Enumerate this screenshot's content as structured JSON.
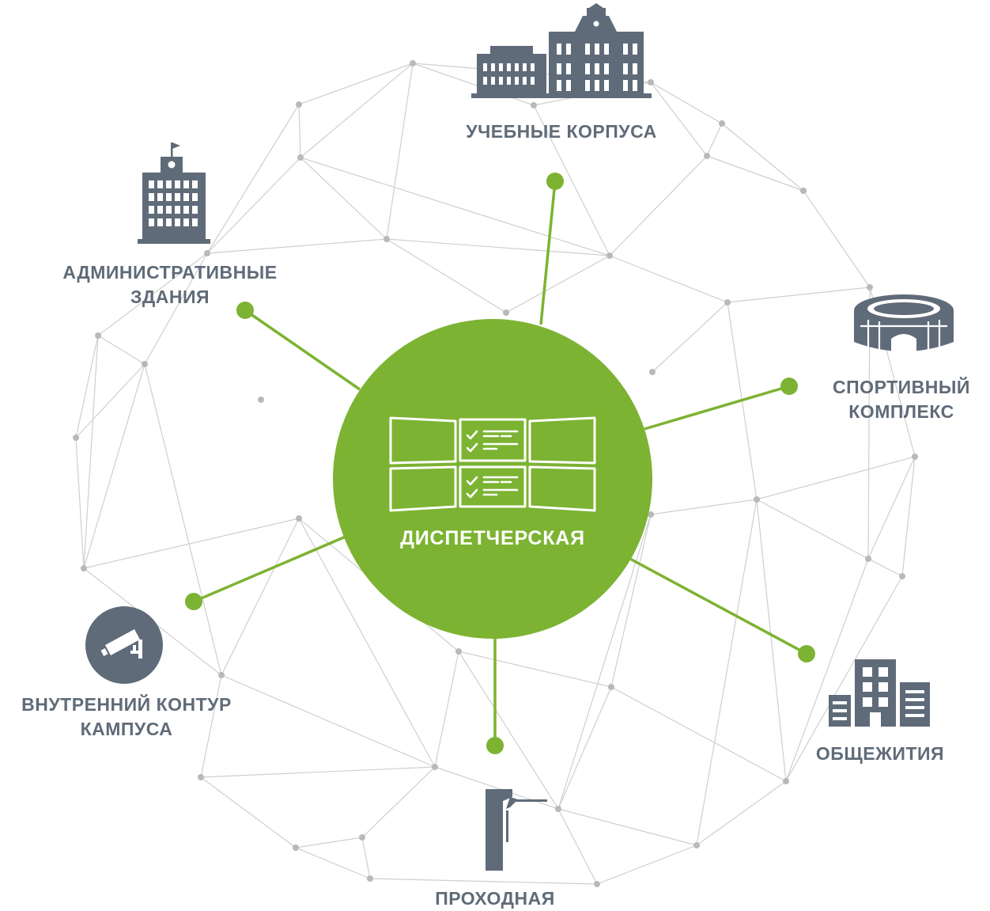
{
  "colors": {
    "accent": "#7cb332",
    "icon": "#5f6b78",
    "mesh_line": "#cfcfcf",
    "mesh_node": "#b9b9b9",
    "label_text": "#5f6b78",
    "center_text": "#ffffff"
  },
  "center": {
    "label": "ДИСПЕТЧЕРСКАЯ",
    "icon": "monitor-wall-icon"
  },
  "nodes": [
    {
      "id": "uchebnye",
      "lines": [
        "УЧЕБНЫЕ КОРПУСА"
      ],
      "icon": "campus-buildings-icon"
    },
    {
      "id": "admin",
      "lines": [
        "АДМИНИСТРАТИВНЫЕ",
        "ЗДАНИЯ"
      ],
      "icon": "office-tower-icon"
    },
    {
      "id": "sport",
      "lines": [
        "СПОРТИВНЫЙ",
        "КОМПЛЕКС"
      ],
      "icon": "stadium-icon"
    },
    {
      "id": "obsh",
      "lines": [
        "ОБЩЕЖИТИЯ"
      ],
      "icon": "dormitory-icon"
    },
    {
      "id": "prohod",
      "lines": [
        "ПРОХОДНАЯ"
      ],
      "icon": "turnstile-icon"
    },
    {
      "id": "kontur",
      "lines": [
        "ВНУТРЕННИЙ КОНТУР",
        "КАМПУСА"
      ],
      "icon": "security-camera-icon"
    }
  ]
}
